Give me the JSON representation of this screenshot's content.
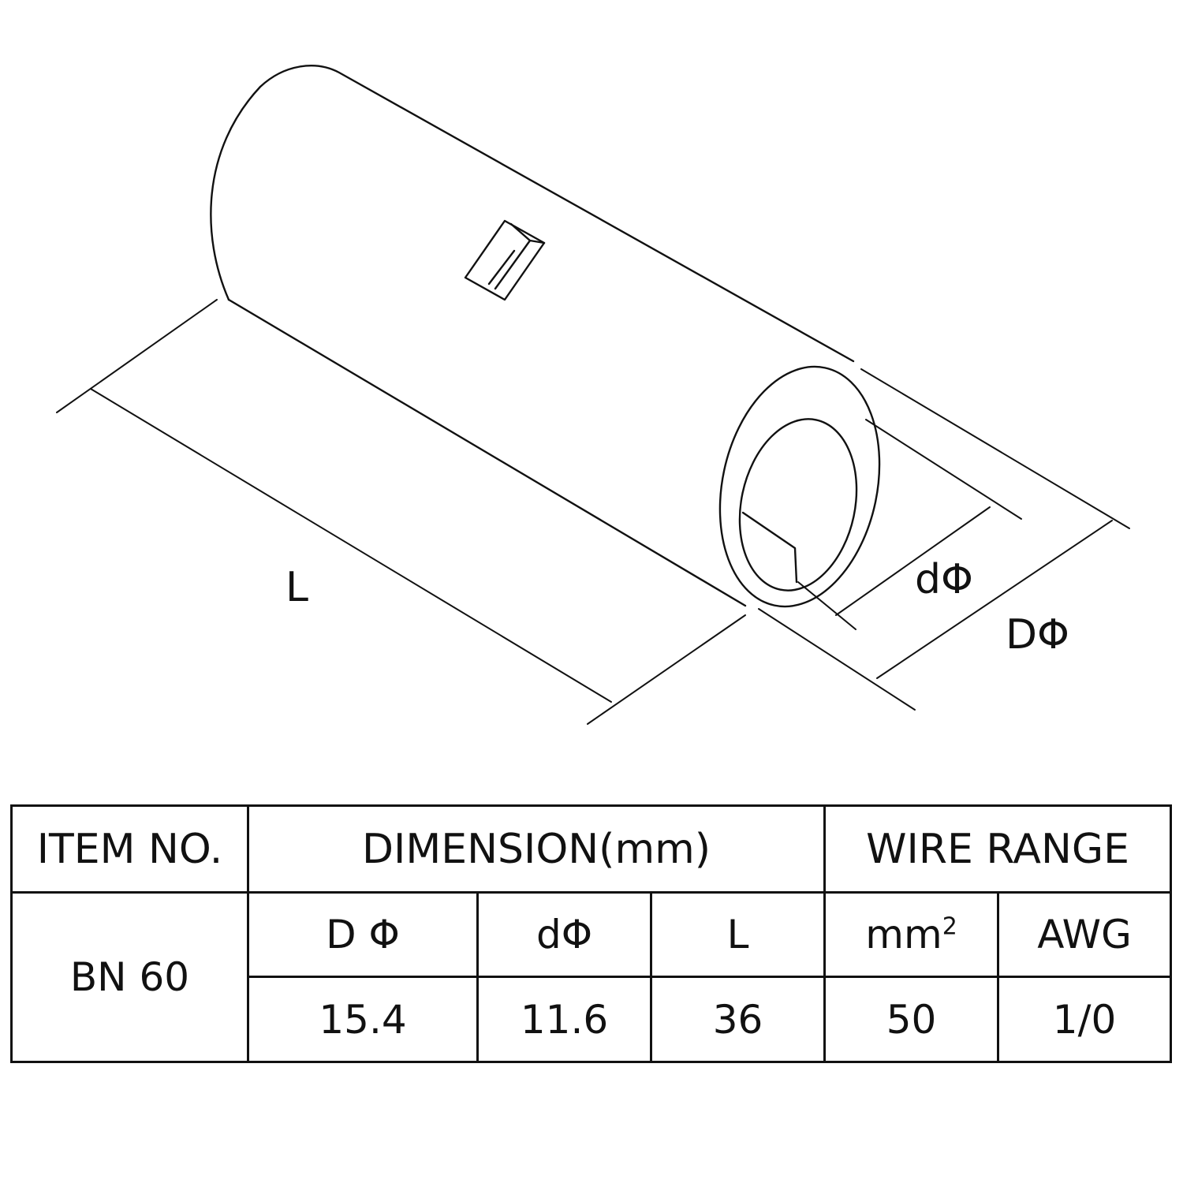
{
  "diagram": {
    "labels": {
      "length": "L",
      "inner_diameter": "dΦ",
      "outer_diameter": "DΦ"
    }
  },
  "table": {
    "headers": {
      "item_no": "ITEM NO.",
      "dimension": "DIMENSION(mm)",
      "wire_range": "WIRE RANGE"
    },
    "subheaders": {
      "outer_diameter": "D Φ",
      "inner_diameter": "dΦ",
      "length": "L",
      "mm2_base": "mm",
      "mm2_sup": "2",
      "awg": "AWG"
    },
    "row": {
      "item_no": "BN 60",
      "outer_diameter": "15.4",
      "inner_diameter": "11.6",
      "length": "36",
      "mm2": "50",
      "awg": "1/0"
    }
  }
}
